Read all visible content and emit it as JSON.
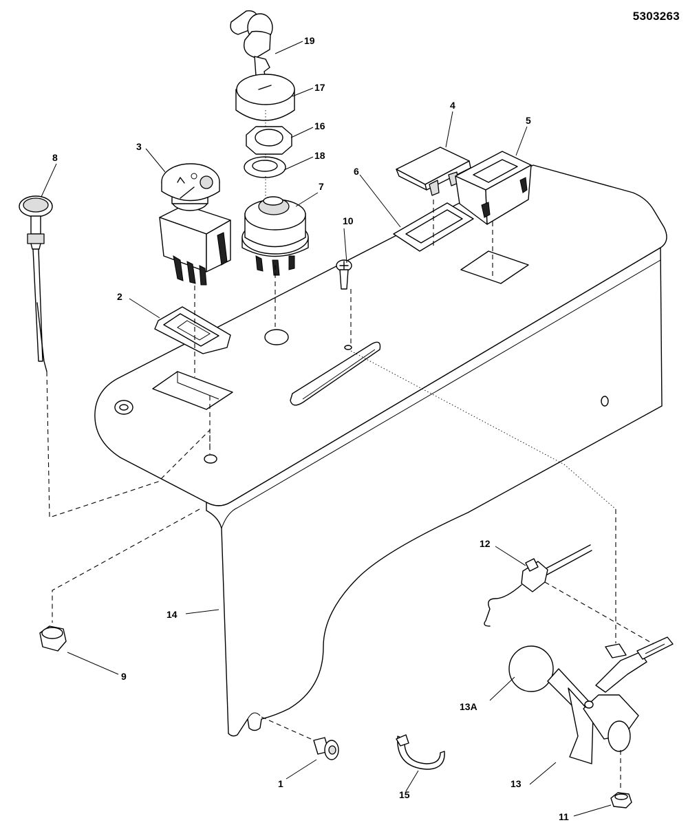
{
  "document": {
    "part_number": "5303263"
  },
  "callouts": {
    "c1": "1",
    "c2": "2",
    "c3": "3",
    "c4": "4",
    "c5": "5",
    "c6": "6",
    "c7": "7",
    "c8": "8",
    "c9": "9",
    "c10": "10",
    "c11": "11",
    "c12": "12",
    "c13": "13",
    "c13a": "13A",
    "c14": "14",
    "c15": "15",
    "c16": "16",
    "c17": "17",
    "c18": "18",
    "c19": "19"
  },
  "icons": {
    "ignition_symbols": [
      "stop-icon",
      "run-icon",
      "start-icon"
    ]
  }
}
